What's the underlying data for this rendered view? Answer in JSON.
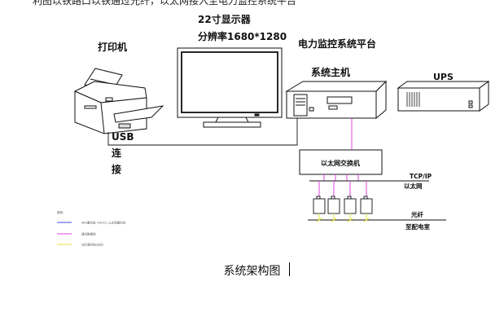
{
  "top_text": "利图以铁路口以铁通过光纤，以太网接入至电力监控系统平台",
  "labels": {
    "printer": "打印机",
    "monitor_line1": "22寸显示器",
    "monitor_line2": "分辨率1680*1280",
    "platform": "电力监控系统平台",
    "host": "系统主机",
    "ups": "UPS",
    "usb": "USB",
    "connect_1": "连",
    "connect_2": "接",
    "switch": "以太网交换机",
    "tcpip": "TCP/IP",
    "ethernet": "以太网",
    "fiber": "光纤",
    "to_room": "至配电室"
  },
  "legend": {
    "title": "图例:",
    "items": [
      {
        "label": "485通讯线, RS232, 以太网通讯线",
        "color": "#4a4ae8"
      },
      {
        "label": "通讯数据线",
        "color": "#e040e0"
      },
      {
        "label": "光纤通讯线(光纤)",
        "color": "#e8e040"
      }
    ]
  },
  "caption": "系统架构图",
  "colors": {
    "stroke": "#111111",
    "ethernet_line": "#e040e0",
    "fiber_line": "#e8e040",
    "legend_blue": "#4a4ae8"
  }
}
